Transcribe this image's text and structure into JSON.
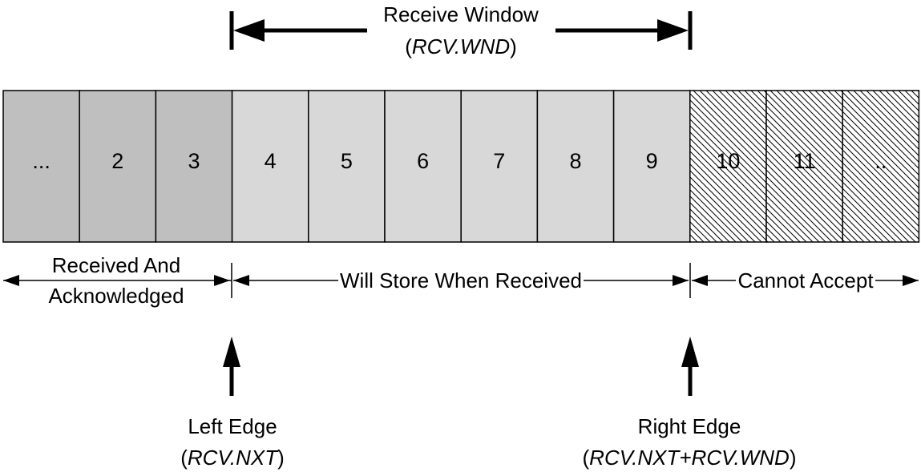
{
  "window": {
    "title": "Receive Window",
    "var": "RCV.WND"
  },
  "cells": [
    {
      "label": "...",
      "state": "received"
    },
    {
      "label": "2",
      "state": "received"
    },
    {
      "label": "3",
      "state": "received"
    },
    {
      "label": "4",
      "state": "window"
    },
    {
      "label": "5",
      "state": "window"
    },
    {
      "label": "6",
      "state": "window"
    },
    {
      "label": "7",
      "state": "window"
    },
    {
      "label": "8",
      "state": "window"
    },
    {
      "label": "9",
      "state": "window"
    },
    {
      "label": "10",
      "state": "blocked"
    },
    {
      "label": "11",
      "state": "blocked"
    },
    {
      "label": "..",
      "state": "blocked"
    }
  ],
  "zones": {
    "received_line1": "Received And",
    "received_line2": "Acknowledged",
    "will_store": "Will Store When Received",
    "cannot_accept": "Cannot Accept"
  },
  "edges": {
    "left_title": "Left Edge",
    "left_var": "RCV.NXT",
    "right_title": "Right Edge",
    "right_var": "RCV.NXT+RCV.WND"
  },
  "colors": {
    "received": "#bfbfbf",
    "window": "#d8d8d8",
    "blocked": "#ffffff",
    "stroke": "#000000"
  }
}
